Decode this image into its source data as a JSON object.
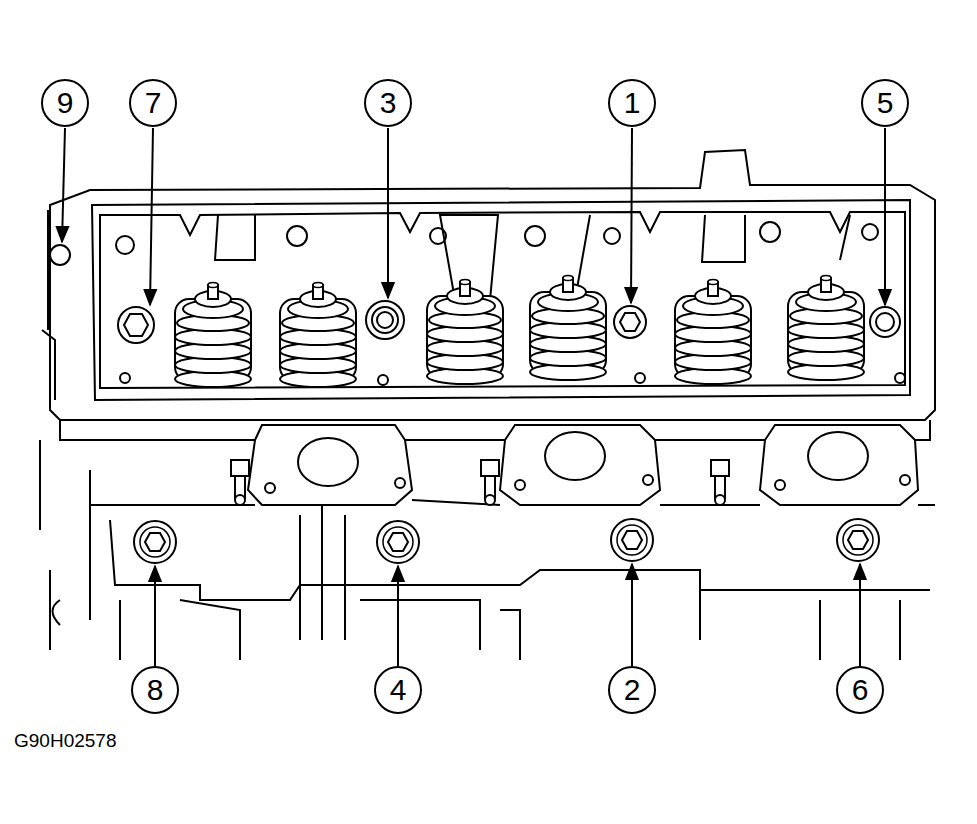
{
  "diagram": {
    "nodes": [
      {
        "text": [
          "9"
        ]
      },
      {
        "text": [
          "7"
        ]
      },
      {
        "text": [
          "3"
        ]
      },
      {
        "text": [
          "1"
        ]
      },
      {
        "text": [
          "5"
        ]
      },
      {
        "text": [
          "8"
        ]
      },
      {
        "text": [
          "4"
        ]
      },
      {
        "text": [
          "2"
        ]
      },
      {
        "text": [
          "6"
        ]
      }
    ],
    "labels": [
      "G90H02578"
    ]
  }
}
